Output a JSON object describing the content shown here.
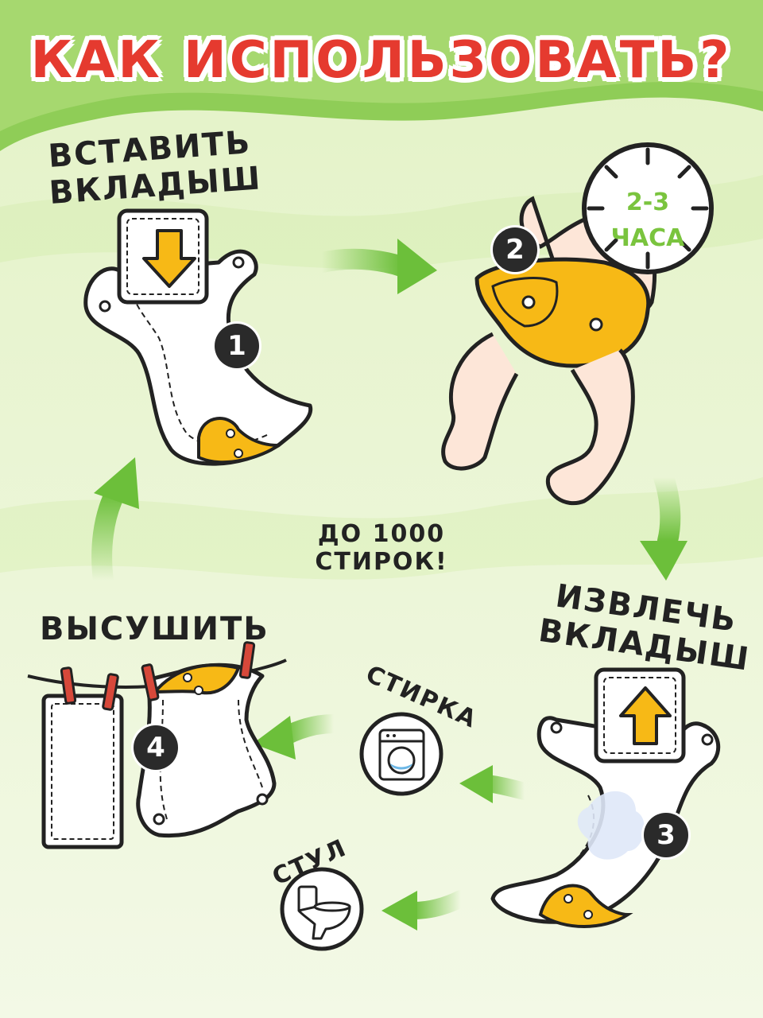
{
  "title": "КАК ИСПОЛЬЗОВАТЬ?",
  "steps": {
    "insert": {
      "line1": "ВСТАВИТЬ",
      "line2": "ВКЛАДЫШ",
      "number": "1"
    },
    "wear": {
      "number": "2",
      "duration": "2-3",
      "duration_unit": "ЧАСА"
    },
    "remove": {
      "line1": "ИЗВЛЕЧЬ",
      "line2": "ВКЛАДЫШ",
      "number": "3"
    },
    "dry": {
      "label": "ВЫСУШИТЬ",
      "number": "4"
    }
  },
  "washes": {
    "line1": "ДО 1000",
    "line2": "СТИРОК!"
  },
  "options": {
    "wash": "СТИРКА",
    "stool": "СТУЛ"
  },
  "colors": {
    "title": "#e53a2f",
    "accent_yellow": "#f7b916",
    "accent_green": "#6cbf3a",
    "background": "#eef7d8"
  },
  "icons": [
    "down-arrow-icon",
    "up-arrow-icon",
    "clock-icon",
    "washing-machine-icon",
    "toilet-icon",
    "clothespin-icon"
  ]
}
